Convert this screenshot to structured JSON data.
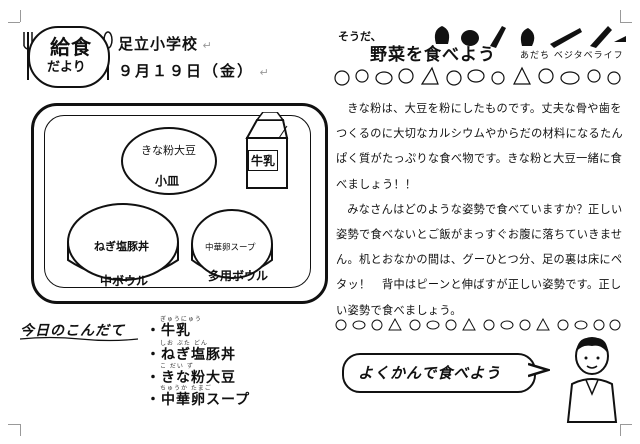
{
  "header": {
    "badge_line1": "給食",
    "badge_line2": "だより",
    "school": "足立小学校",
    "date": "９月１９日（金）"
  },
  "tray": {
    "dish_small_label": "きな粉大豆",
    "dish_small_name": "小皿",
    "dish_bowl_label": "ねぎ塩豚丼",
    "dish_bowl_name": "中ボウル",
    "dish_multi_label": "中華卵スープ",
    "dish_multi_name": "多用ボウル",
    "milk": "牛乳"
  },
  "menu": {
    "heading": "今日のこんだて",
    "items": [
      {
        "label": "・牛乳",
        "ruby": "ぎゅうにゅう"
      },
      {
        "label": "・ねぎ塩豚丼",
        "ruby": "しお ぶた どん"
      },
      {
        "label": "・きな粉大豆",
        "ruby": "こ だい ず"
      },
      {
        "label": "・中華卵スープ",
        "ruby": "ちゅうか たまご"
      }
    ]
  },
  "right_header": {
    "lead": "そうだ、",
    "title": "野菜を食べよう",
    "sub": "あだち ベジタベライフ"
  },
  "article": {
    "paragraphs": [
      "きな粉は、大豆を粉にしたものです。丈夫な骨や歯をつくるのに大切なカルシウムやからだの材料になるたんぱく質がたっぷりな食べ物です。きな粉と大豆一緒に食べましょう！！",
      "みなさんはどのような姿勢で食べていますか？正しい姿勢で食べないとご飯がまっすぐお腹に落ちていきません。机とおなかの間は、グーひとつ分、足の裏は床にペタッ！　背中はピーンと伸ばすが正しい姿勢です。正しい姿勢で食べましょう。"
    ]
  },
  "bubble": {
    "text": "よくかんで食べよう"
  }
}
